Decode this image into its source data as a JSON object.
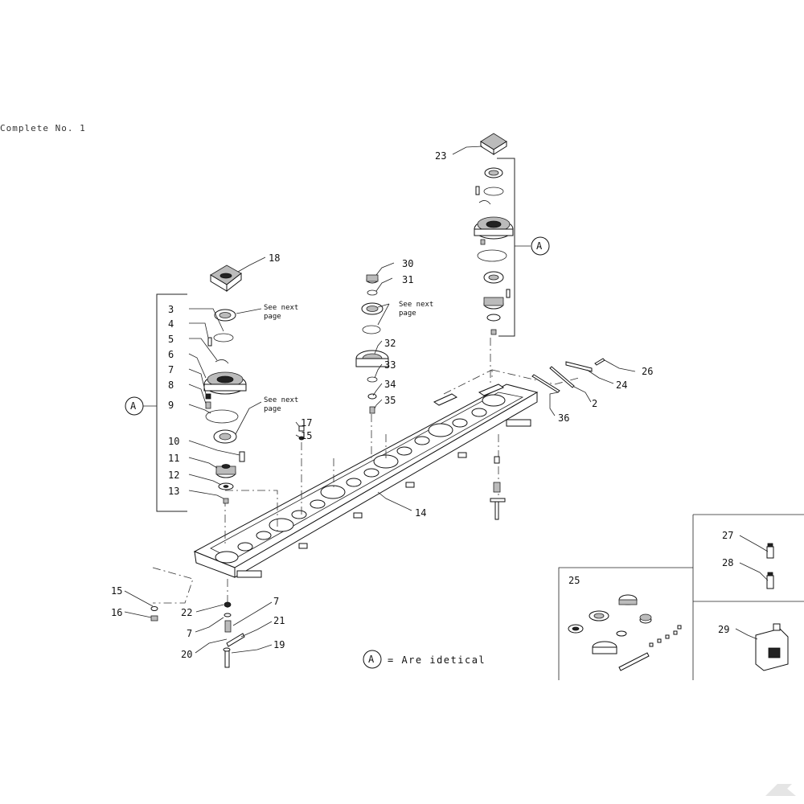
{
  "title": "Complete No. 1",
  "callout_letter": "A",
  "legend_text": "= Are idetical",
  "see_next_page_line1": "See next",
  "see_next_page_line2": "page",
  "parts": [
    {
      "id": "p23",
      "label": "23"
    },
    {
      "id": "pA_right",
      "label": "A"
    },
    {
      "id": "p18",
      "label": "18"
    },
    {
      "id": "p30",
      "label": "30"
    },
    {
      "id": "p31",
      "label": "31"
    },
    {
      "id": "p32",
      "label": "32"
    },
    {
      "id": "p33",
      "label": "33"
    },
    {
      "id": "p34",
      "label": "34"
    },
    {
      "id": "p35",
      "label": "35"
    },
    {
      "id": "p3",
      "label": "3"
    },
    {
      "id": "p4",
      "label": "4"
    },
    {
      "id": "p5",
      "label": "5"
    },
    {
      "id": "p6",
      "label": "6"
    },
    {
      "id": "p7a",
      "label": "7"
    },
    {
      "id": "p8",
      "label": "8"
    },
    {
      "id": "p9",
      "label": "9"
    },
    {
      "id": "p10",
      "label": "10"
    },
    {
      "id": "p11",
      "label": "11"
    },
    {
      "id": "p12",
      "label": "12"
    },
    {
      "id": "p13",
      "label": "13"
    },
    {
      "id": "p17",
      "label": "17"
    },
    {
      "id": "p15a",
      "label": "15"
    },
    {
      "id": "p14",
      "label": "14"
    },
    {
      "id": "p26",
      "label": "26"
    },
    {
      "id": "p24",
      "label": "24"
    },
    {
      "id": "p2",
      "label": "2"
    },
    {
      "id": "p36",
      "label": "36"
    },
    {
      "id": "p15b",
      "label": "15"
    },
    {
      "id": "p16",
      "label": "16"
    },
    {
      "id": "p22",
      "label": "22"
    },
    {
      "id": "p7b",
      "label": "7"
    },
    {
      "id": "p7c",
      "label": "7"
    },
    {
      "id": "p21",
      "label": "21"
    },
    {
      "id": "p20",
      "label": "20"
    },
    {
      "id": "p19",
      "label": "19"
    },
    {
      "id": "p25",
      "label": "25"
    },
    {
      "id": "p27",
      "label": "27"
    },
    {
      "id": "p28",
      "label": "28"
    },
    {
      "id": "p29",
      "label": "29"
    }
  ]
}
